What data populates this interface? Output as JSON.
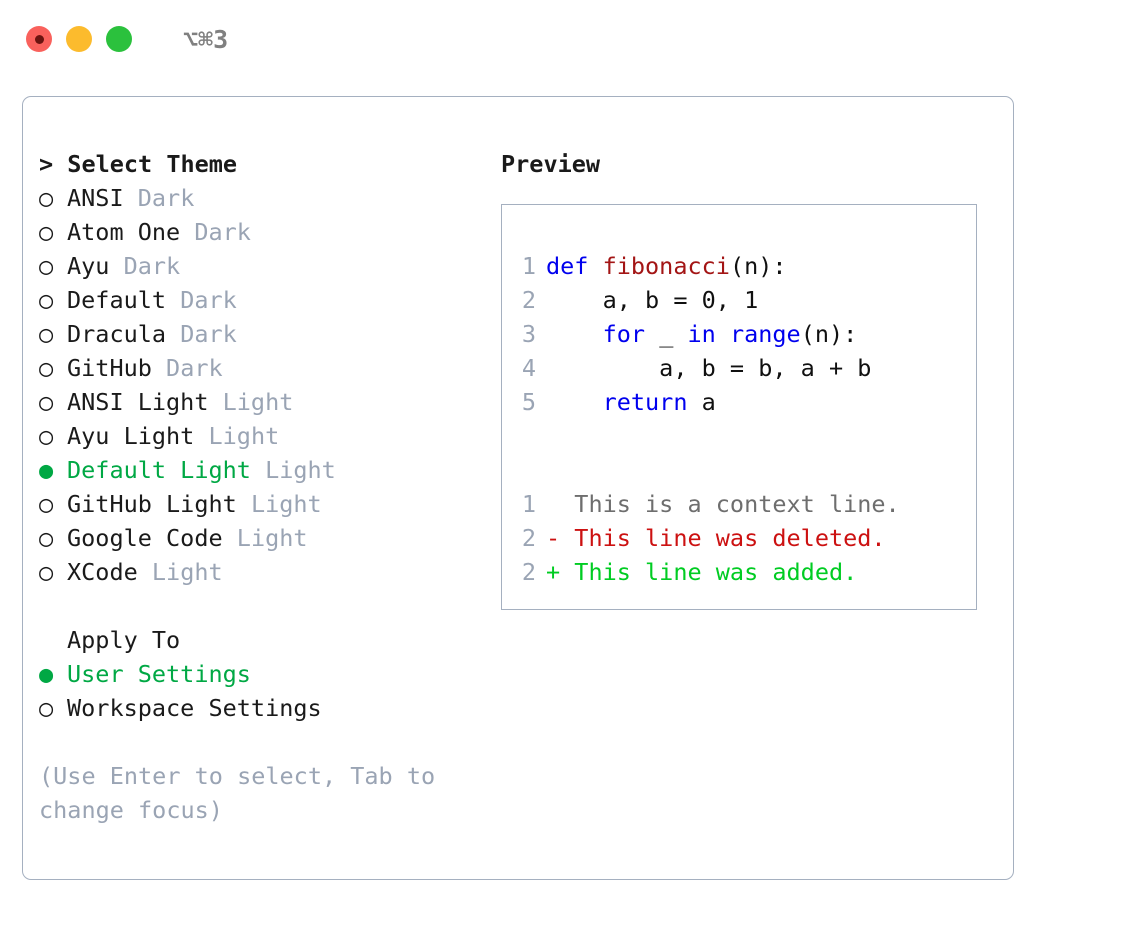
{
  "titlebar": {
    "lights": [
      {
        "name": "close",
        "color": "#f9615c"
      },
      {
        "name": "minimize",
        "color": "#fcbb2d"
      },
      {
        "name": "maximize",
        "color": "#2bc13d"
      }
    ],
    "shortcut": "⌥⌘3"
  },
  "theme_list": {
    "header": "> Select Theme",
    "selected_bullet": "●",
    "unselected_bullet": "○",
    "items": [
      {
        "bullet": "○",
        "label": "ANSI",
        "tag": "Dark",
        "selected": false
      },
      {
        "bullet": "○",
        "label": "Atom One",
        "tag": "Dark",
        "selected": false
      },
      {
        "bullet": "○",
        "label": "Ayu",
        "tag": "Dark",
        "selected": false
      },
      {
        "bullet": "○",
        "label": "Default",
        "tag": "Dark",
        "selected": false
      },
      {
        "bullet": "○",
        "label": "Dracula",
        "tag": "Dark",
        "selected": false
      },
      {
        "bullet": "○",
        "label": "GitHub",
        "tag": "Dark",
        "selected": false
      },
      {
        "bullet": "○",
        "label": "ANSI Light",
        "tag": "Light",
        "selected": false
      },
      {
        "bullet": "○",
        "label": "Ayu Light",
        "tag": "Light",
        "selected": false
      },
      {
        "bullet": "●",
        "label": "Default Light",
        "tag": "Light",
        "selected": true
      },
      {
        "bullet": "○",
        "label": "GitHub Light",
        "tag": "Light",
        "selected": false
      },
      {
        "bullet": "○",
        "label": "Google Code",
        "tag": "Light",
        "selected": false
      },
      {
        "bullet": "○",
        "label": "XCode",
        "tag": "Light",
        "selected": false
      }
    ]
  },
  "apply_to": {
    "header": "Apply To",
    "items": [
      {
        "bullet": "●",
        "label": "User Settings",
        "selected": true
      },
      {
        "bullet": "○",
        "label": "Workspace Settings",
        "selected": false
      }
    ]
  },
  "hint": "(Use Enter to select, Tab to change focus)",
  "preview": {
    "title": "Preview",
    "code_lines": [
      {
        "number": "1",
        "tokens": [
          {
            "text": "def ",
            "kind": "kw"
          },
          {
            "text": "fibonacci",
            "kind": "fn"
          },
          {
            "text": "(n):",
            "kind": "plain"
          }
        ]
      },
      {
        "number": "2",
        "tokens": [
          {
            "text": "    a, b = 0, 1",
            "kind": "plain"
          }
        ]
      },
      {
        "number": "3",
        "tokens": [
          {
            "text": "    ",
            "kind": "plain"
          },
          {
            "text": "for",
            "kind": "kw"
          },
          {
            "text": " _ ",
            "kind": "plain"
          },
          {
            "text": "in ",
            "kind": "kw"
          },
          {
            "text": "range",
            "kind": "kw"
          },
          {
            "text": "(n):",
            "kind": "plain"
          }
        ]
      },
      {
        "number": "4",
        "tokens": [
          {
            "text": "        a, b = b, a + b",
            "kind": "plain"
          }
        ]
      },
      {
        "number": "5",
        "tokens": [
          {
            "text": "    ",
            "kind": "plain"
          },
          {
            "text": "return",
            "kind": "kw"
          },
          {
            "text": " a",
            "kind": "plain"
          }
        ]
      }
    ],
    "diff_lines": [
      {
        "number": "1",
        "marker": " ",
        "text": "  This is a context line.",
        "kind": "context"
      },
      {
        "number": "2",
        "marker": "-",
        "text": "- This line was deleted.",
        "kind": "deleted"
      },
      {
        "number": "2",
        "marker": "+",
        "text": "+ This line was added.",
        "kind": "added"
      }
    ]
  },
  "colors": {
    "accent_green": "#00a844",
    "tag_gray": "#9aa4b4",
    "border": "#a5b0c0",
    "keyword_blue": "#0000ee",
    "function_red": "#a31515",
    "diff_deleted": "#cc1111",
    "diff_added": "#00cc22",
    "diff_context": "#6e6e6e"
  }
}
